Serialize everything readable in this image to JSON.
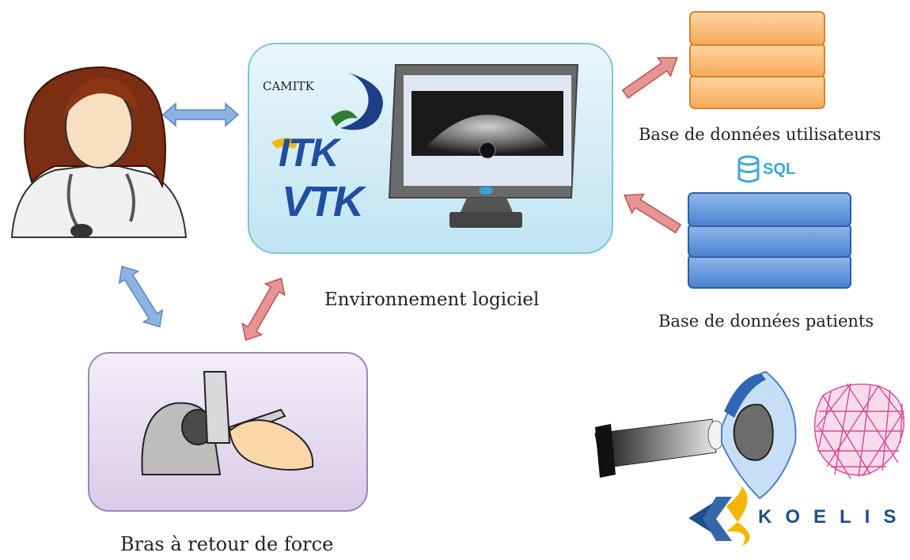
{
  "labels": {
    "software_environment": "Environnement logiciel",
    "user_database": "Base de données utilisateurs",
    "patient_database": "Base de données patients",
    "haptic_arm": "Bras à retour de force"
  },
  "logos": {
    "camitk": "CAMITK",
    "itk": "ITK",
    "vtk": "VTK",
    "sql": "SQL",
    "koelis": "KOELIS"
  },
  "colors": {
    "software_box": "#cdeaf5",
    "haptic_box": "#e4dbee",
    "user_db": "#f9b870",
    "patient_db": "#5b93d9",
    "blue_arrow": "#8db3e2",
    "red_arrow": "#e07c7c",
    "mesh": "#d9489a"
  }
}
